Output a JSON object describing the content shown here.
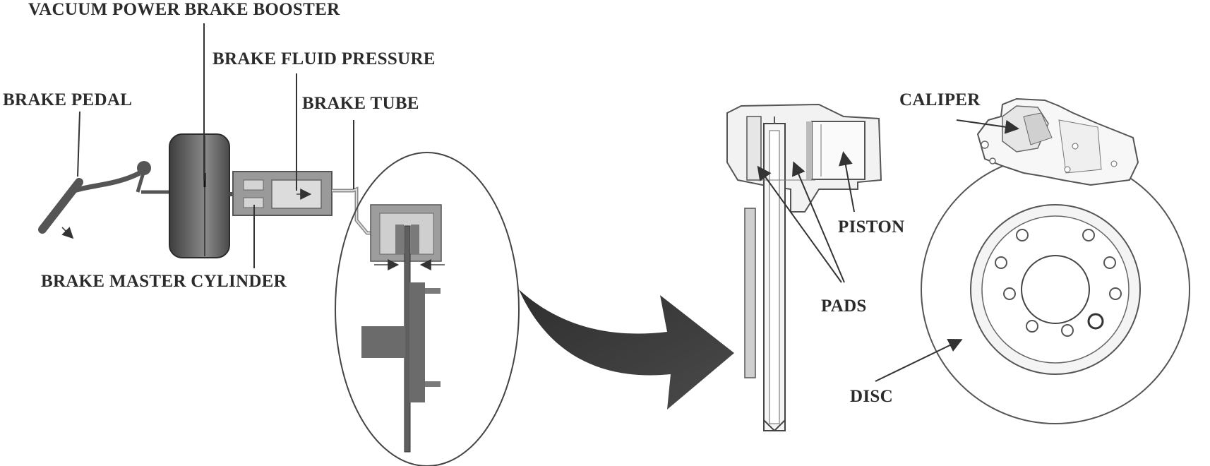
{
  "labels": {
    "vacuum_booster": "VACUUM POWER BRAKE BOOSTER",
    "brake_fluid_pressure": "BRAKE FLUID PRESSURE",
    "brake_pedal": "BRAKE PEDAL",
    "brake_tube": "BRAKE TUBE",
    "master_cylinder": "BRAKE MASTER CYLINDER",
    "caliper": "CALIPER",
    "piston": "PISTON",
    "pads": "PADS",
    "disc": "DISC"
  }
}
